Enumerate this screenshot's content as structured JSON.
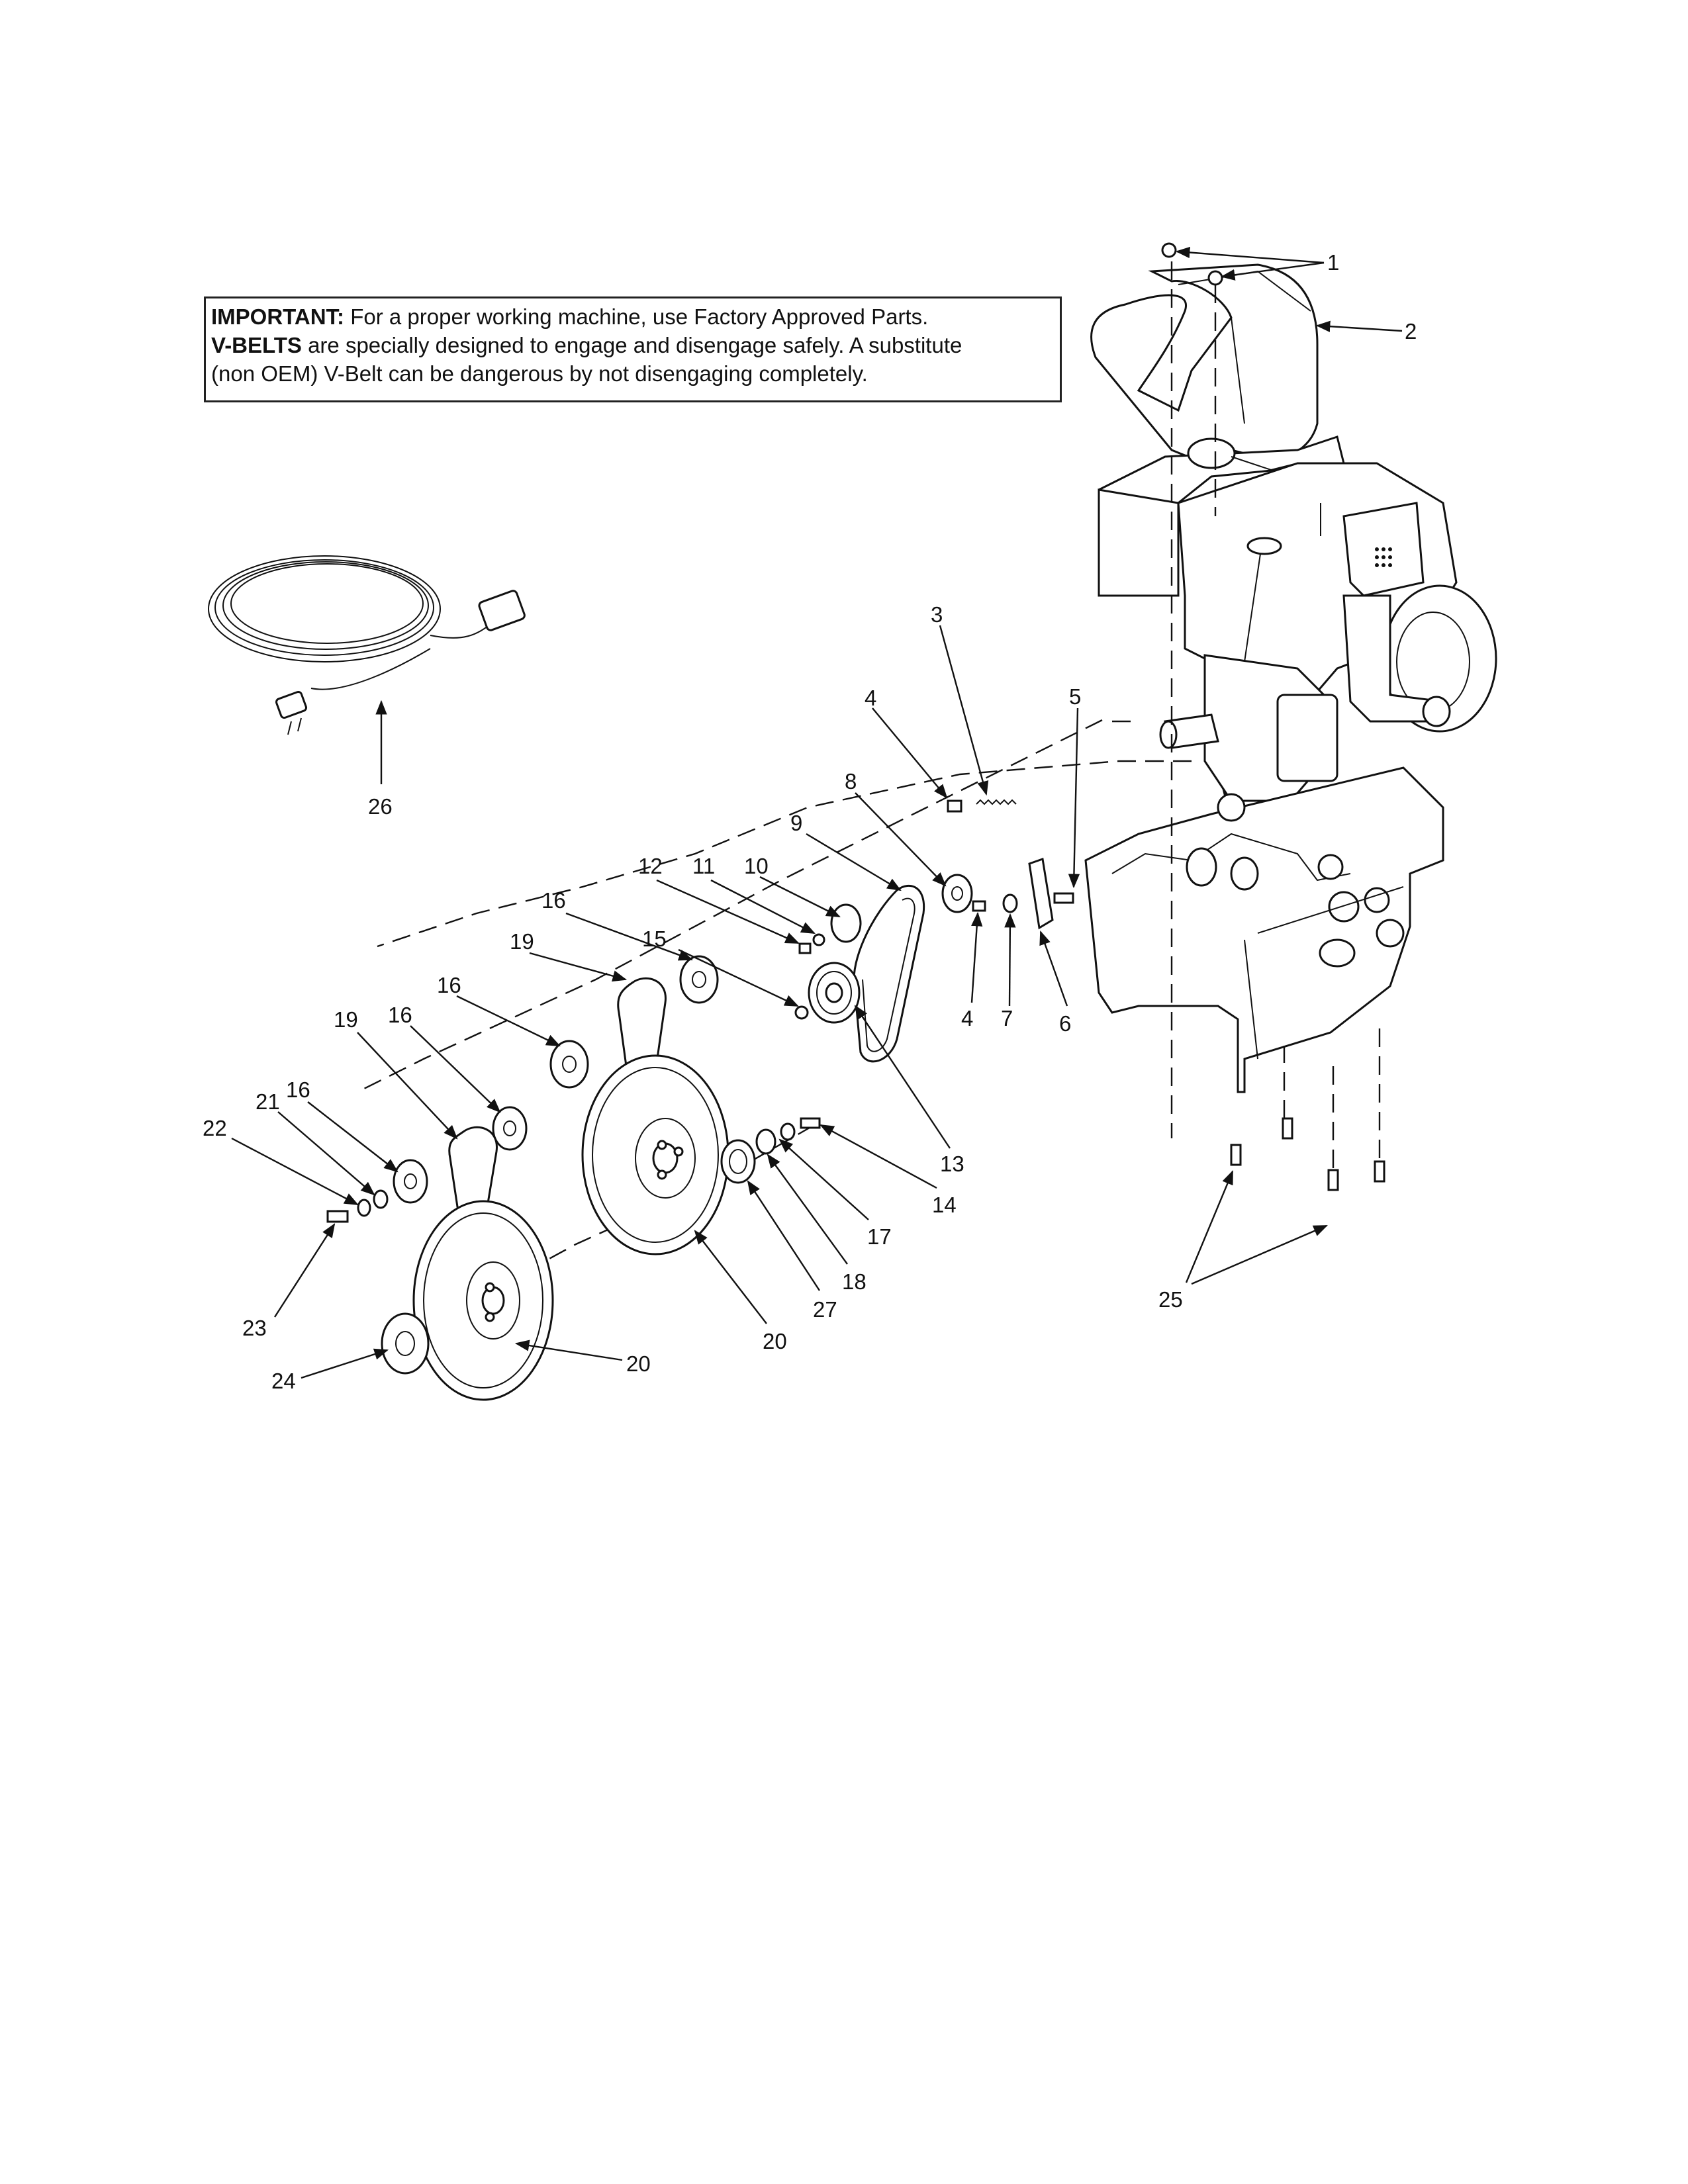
{
  "notice": {
    "important_label": "IMPORTANT:",
    "important_text": " For a proper working machine, use Factory Approved Parts.",
    "vbelts_label": "V-BELTS",
    "vbelts_text": " are specially designed to engage and disengage safely. A substitute",
    "line3": "(non OEM) V-Belt can be dangerous by not disengaging completely."
  },
  "callouts": [
    "1",
    "2",
    "3",
    "4",
    "5",
    "6",
    "7",
    "8",
    "9",
    "10",
    "11",
    "12",
    "13",
    "14",
    "15",
    "16",
    "17",
    "18",
    "19",
    "20",
    "21",
    "22",
    "23",
    "24",
    "25",
    "26",
    "27"
  ],
  "labels": [
    {
      "id": "l1",
      "text": "1"
    },
    {
      "id": "l2",
      "text": "2"
    },
    {
      "id": "l3",
      "text": "3"
    },
    {
      "id": "l4a",
      "text": "4"
    },
    {
      "id": "l4b",
      "text": "4"
    },
    {
      "id": "l5",
      "text": "5"
    },
    {
      "id": "l6",
      "text": "6"
    },
    {
      "id": "l7",
      "text": "7"
    },
    {
      "id": "l8",
      "text": "8"
    },
    {
      "id": "l9",
      "text": "9"
    },
    {
      "id": "l10",
      "text": "10"
    },
    {
      "id": "l11",
      "text": "11"
    },
    {
      "id": "l12",
      "text": "12"
    },
    {
      "id": "l13",
      "text": "13"
    },
    {
      "id": "l14",
      "text": "14"
    },
    {
      "id": "l15",
      "text": "15"
    },
    {
      "id": "l16a",
      "text": "16"
    },
    {
      "id": "l16b",
      "text": "16"
    },
    {
      "id": "l16c",
      "text": "16"
    },
    {
      "id": "l16d",
      "text": "16"
    },
    {
      "id": "l17",
      "text": "17"
    },
    {
      "id": "l18",
      "text": "18"
    },
    {
      "id": "l19a",
      "text": "19"
    },
    {
      "id": "l19b",
      "text": "19"
    },
    {
      "id": "l20a",
      "text": "20"
    },
    {
      "id": "l20b",
      "text": "20"
    },
    {
      "id": "l21",
      "text": "21"
    },
    {
      "id": "l22",
      "text": "22"
    },
    {
      "id": "l23",
      "text": "23"
    },
    {
      "id": "l24",
      "text": "24"
    },
    {
      "id": "l25",
      "text": "25"
    },
    {
      "id": "l26",
      "text": "26"
    },
    {
      "id": "l27",
      "text": "27"
    }
  ]
}
